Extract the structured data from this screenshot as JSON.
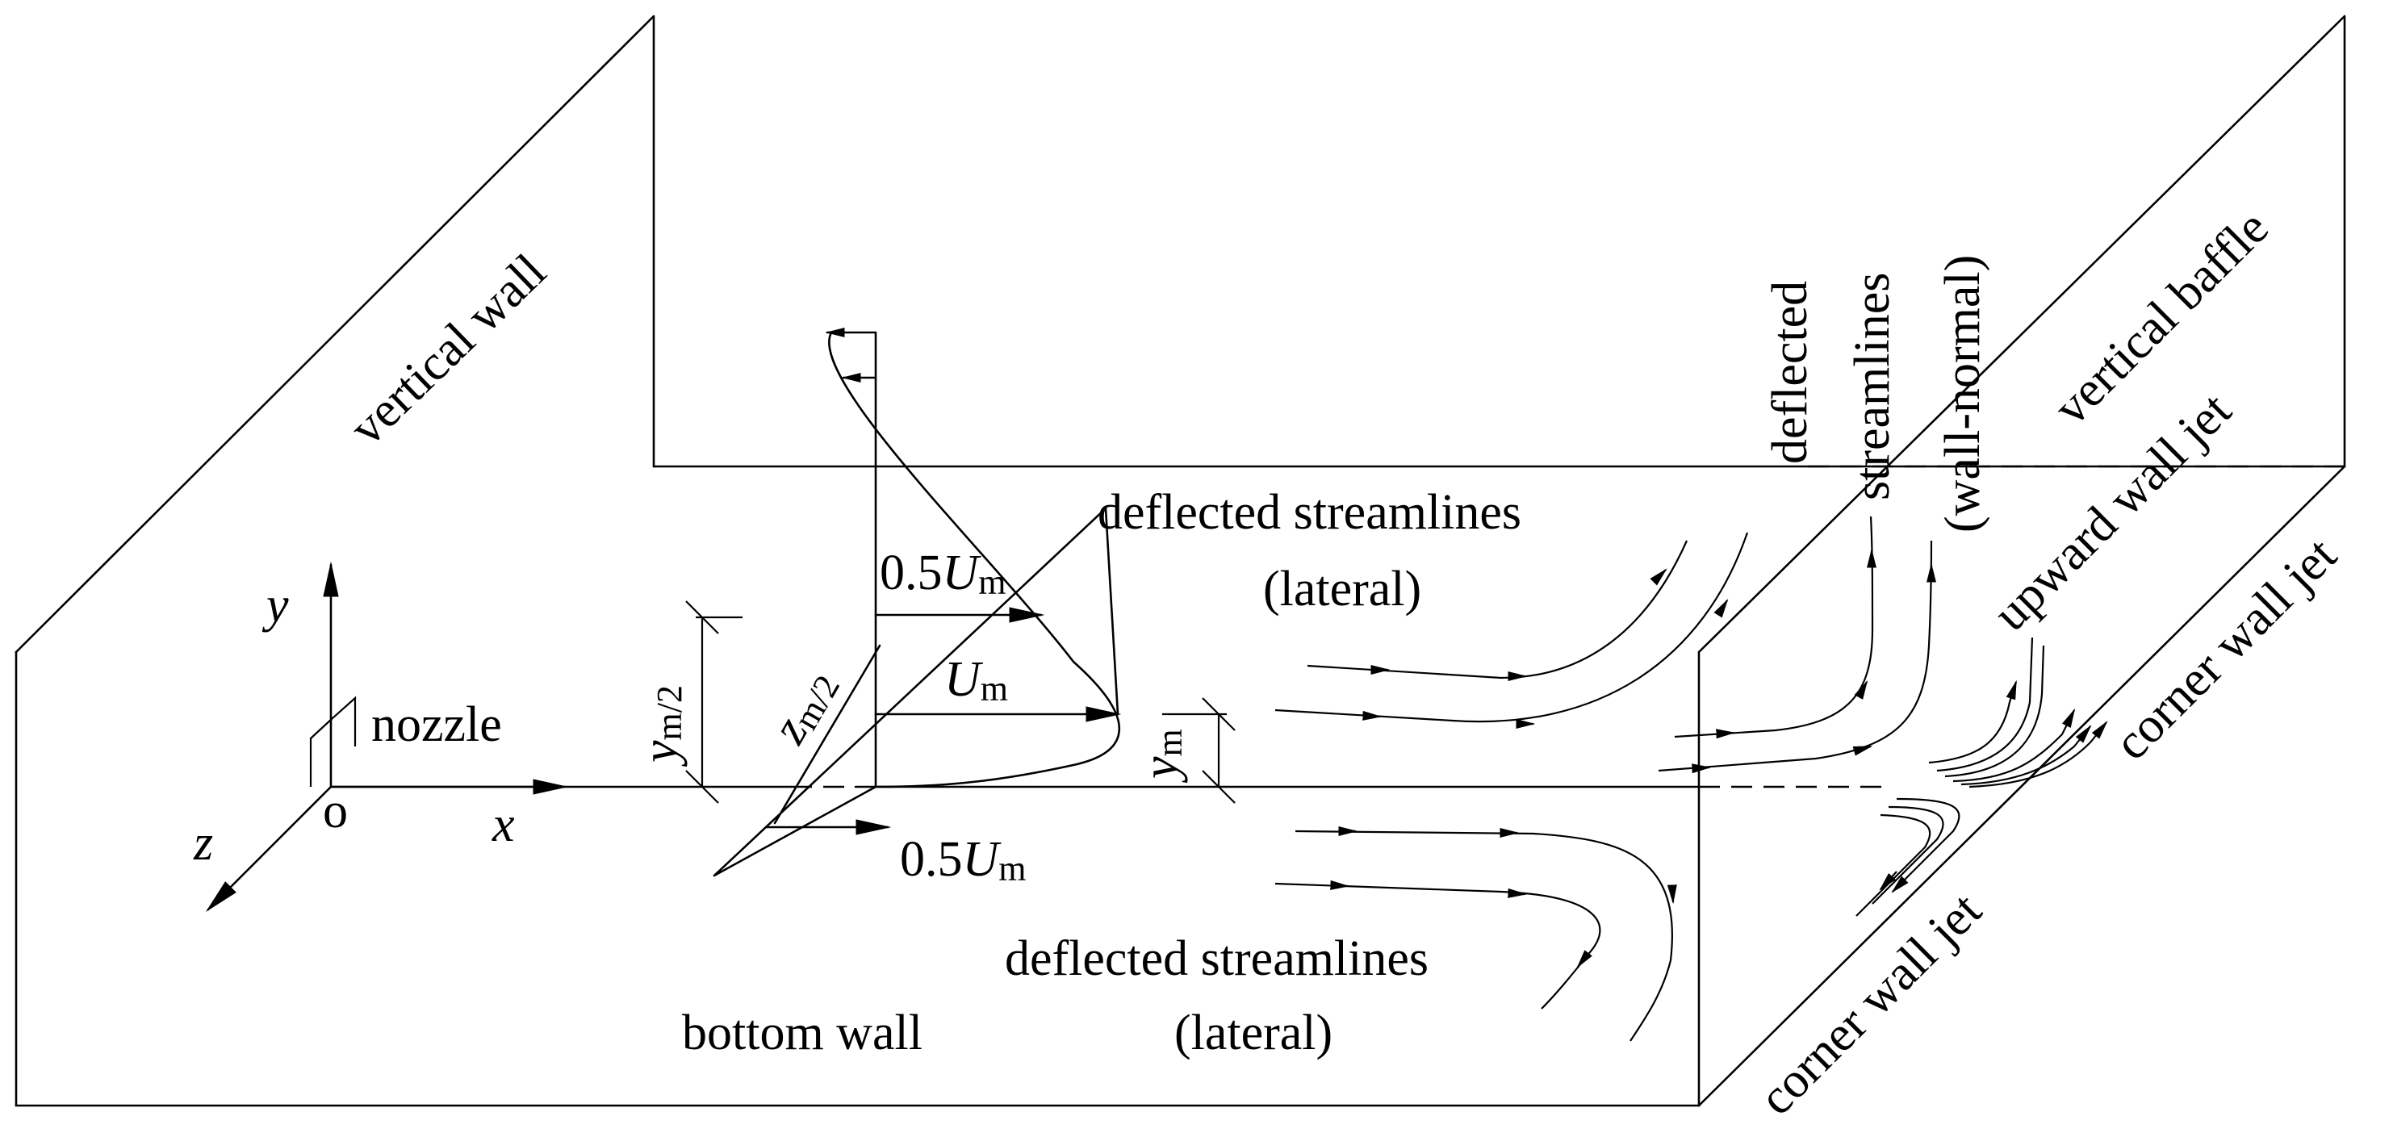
{
  "labels": {
    "vertical_wall": "vertical wall",
    "bottom_wall": "bottom wall",
    "nozzle": "nozzle",
    "origin": "o",
    "axis_x": "x",
    "axis_y": "y",
    "axis_z": "z",
    "deflected_lateral_top_line1": "deflected streamlines",
    "deflected_lateral_top_line2": "(lateral)",
    "deflected_lateral_bottom_line1": "deflected streamlines",
    "deflected_lateral_bottom_line2": "(lateral)",
    "deflected_wall_normal_line1": "deflected",
    "deflected_wall_normal_line2": "streamlines",
    "deflected_wall_normal_line3": "(wall-normal)",
    "vertical_baffle": "vertical baffle",
    "upward_wall_jet": "upward wall jet",
    "corner_wall_jet_right": "corner wall jet",
    "corner_wall_jet_bottom": "corner wall jet",
    "half_um_top_coef": "0.5",
    "half_um_bottom_coef": "0.5",
    "um_symbol": "U",
    "um_sub": "m",
    "y_half_symbol": "y",
    "y_half_sub": "m/2",
    "z_half_symbol": "z",
    "z_half_sub": "m/2",
    "ym_symbol": "y",
    "ym_sub": "m"
  }
}
